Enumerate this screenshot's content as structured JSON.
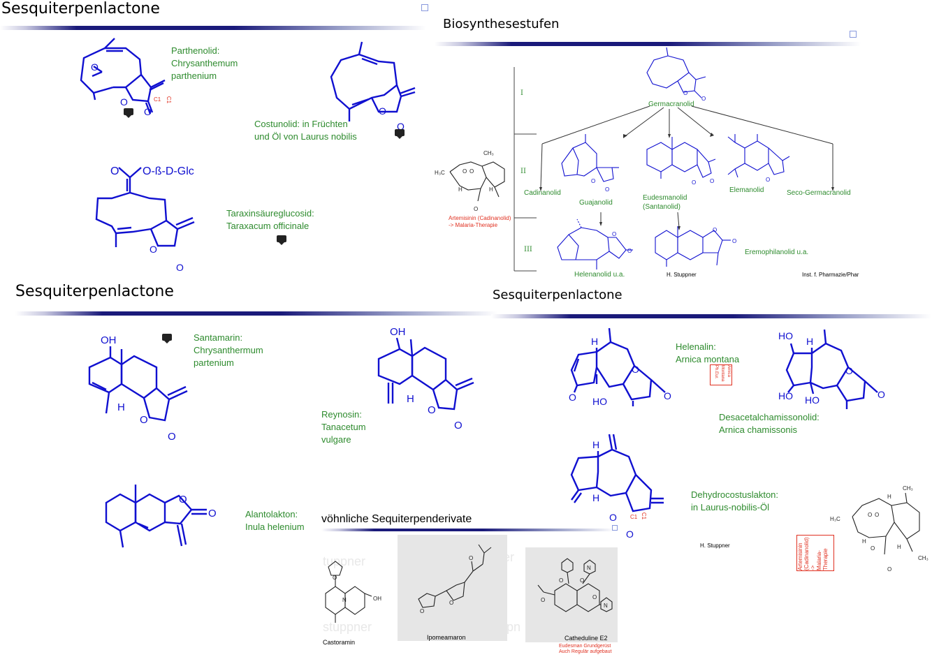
{
  "slide1": {
    "title": "Sesquiterpenlactone",
    "parthenolid": "Parthenolid:\nChrysanthemum\nparthenium",
    "costunolid": "Costunolid: in Früchten\nund Öl von Laurus nobilis",
    "taraxin": "Taraxinsäureglucosid:\nTaraxacum officinale",
    "glc_label": "O-ß-D-Glc",
    "c1": "C1"
  },
  "slide2": {
    "title": "Biosynthesestufen",
    "roman": [
      "I",
      "II",
      "III"
    ],
    "germacranolid": "Germacranolid",
    "cadinanolid": "Cadinanolid",
    "guajanolid": "Guajanolid",
    "eudesmanolid": "Eudesmanolid\n(Santanolid)",
    "elemanolid": "Elemanolid",
    "seco": "Seco-Germacranolid",
    "helenanolid": "Helenanolid u.a.",
    "eremophilanolid": "Eremophilanolid u.a.",
    "artemisinin_note": "Artemisinin (Cadinanolid)\n-> Malaria-Therapie",
    "stuppner": "H. Stuppner",
    "institute": "Inst. f. Pharmazie/Phar",
    "ch3": "CH₃",
    "h3c": "H₃C"
  },
  "slide3": {
    "title": "Sesquiterpenlactone",
    "santamarin": "Santamarin:\nChrysanthermum\npartenium",
    "reynosin": "Reynosin:\nTanacetum\nvulgare",
    "alantolakton": "Alantolakton:\nInula helenium",
    "oh": "OH",
    "h": "H"
  },
  "slide4": {
    "title": "Sesquiterpenlactone",
    "helenalin": "Helenalin:\nArnica montana",
    "arnica_box": "Arnica\nMontana\nPh.Eur.",
    "desacetal": "Desacetalchamissonolid:\nArnica chamissonis",
    "dehydro": "Dehydrocostuslakton:\nin Laurus-nobilis-Öl",
    "stuppner": "H. Stuppner",
    "artemisinin_box": "Artemisinin\n(Cadinanolid)\n->\nMalaria-\nTherapie",
    "ho": "HO",
    "ch3": "CH₃",
    "h3c": "H₃C"
  },
  "slide5": {
    "title": "vöhnliche Sequiterpenderivate",
    "castoramin": "Castoramin",
    "ipomeamaron": "Ipomeamaron",
    "catheduline": "Catheduline E2",
    "red_note": "Eudesman Grundgerüst\nAuch Regulär aufgebaut",
    "oh": "OH",
    "ghost1": "tuppner",
    "ghost2": "er",
    "ghost3": "stuppner",
    "ghost4": "tuppn"
  }
}
